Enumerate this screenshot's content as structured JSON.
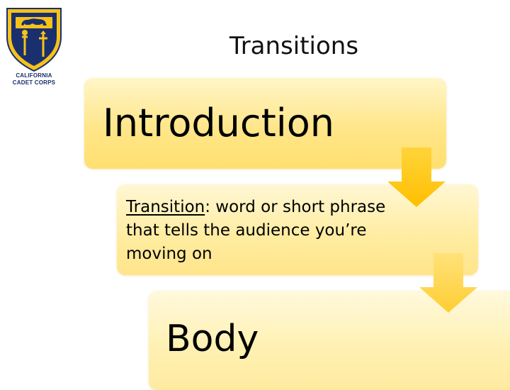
{
  "slide": {
    "title": "Transitions"
  },
  "logo": {
    "line1": "CALIFORNIA",
    "line2": "CADET CORPS",
    "icon": "bear-shield-emblem"
  },
  "process": {
    "steps": [
      {
        "label": "Introduction"
      },
      {
        "term": "Transition",
        "definition": ": word or short phrase that tells the audience you’re moving on"
      },
      {
        "label": "Body"
      }
    ],
    "arrow_icon": "down-arrow"
  },
  "colors": {
    "box_fill": "#ffe68a",
    "arrow_fill": "#ffc90e",
    "logo_blue": "#1a2f6e",
    "logo_gold": "#f6c21a"
  }
}
